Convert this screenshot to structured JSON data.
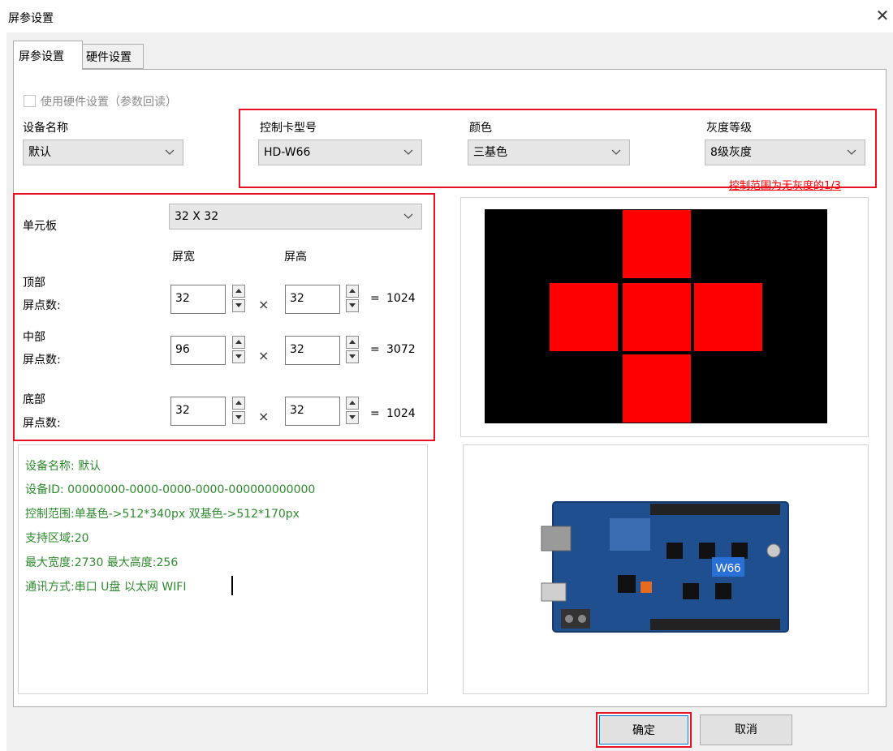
{
  "window": {
    "title": "屏参设置",
    "close_glyph": "✕"
  },
  "tabs": [
    {
      "label": "屏参设置",
      "active": true
    },
    {
      "label": "硬件设置",
      "active": false
    }
  ],
  "form": {
    "use_hw_checkbox_label": "使用硬件设置（参数回读）",
    "device_name": {
      "label": "设备名称",
      "value": "默认"
    },
    "card_model": {
      "label": "控制卡型号",
      "value": "HD-W66"
    },
    "color": {
      "label": "颜色",
      "value": "三基色"
    },
    "gray_level": {
      "label": "灰度等级",
      "value": "8级灰度"
    },
    "gray_note": "控制范围为无灰度的1/3"
  },
  "unit": {
    "label": "单元板",
    "value": "32 X 32",
    "width_header": "屏宽",
    "height_header": "屏高",
    "rows": [
      {
        "label_top": "顶部",
        "label_bottom": "屏点数:",
        "width": "32",
        "height": "32",
        "times": "×",
        "equals": "=",
        "result": "1024"
      },
      {
        "label_top": "中部",
        "label_bottom": "屏点数:",
        "width": "96",
        "height": "32",
        "times": "×",
        "equals": "=",
        "result": "3072"
      },
      {
        "label_top": "底部",
        "label_bottom": "屏点数:",
        "width": "32",
        "height": "32",
        "times": "×",
        "equals": "=",
        "result": "1024"
      }
    ]
  },
  "info": {
    "lines": [
      "设备名称: 默认",
      "设备ID:  00000000-0000-0000-0000-000000000000",
      "控制范围:单基色->512*340px  双基色->512*170px",
      "支持区域:20",
      "最大宽度:2730 最大高度:256",
      "通讯方式:串口  U盘  以太网  WIFI"
    ]
  },
  "board_image": {
    "model_label": "W66"
  },
  "colors": {
    "accent_red": "#e81123",
    "info_green": "#2e8b2e",
    "preview_red": "#ff0000"
  },
  "buttons": {
    "ok": "确定",
    "cancel": "取消"
  }
}
